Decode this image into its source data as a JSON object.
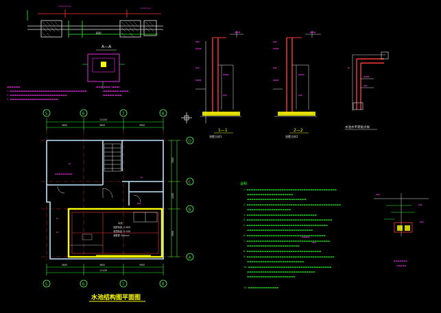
{
  "drawing": {
    "main_plan_title": "水池结构图平面图",
    "section_aa_label": "A—A",
    "section_11_label": "1—1",
    "section_22_label": "2—2",
    "corner_detail_label": "水池水平转角大样",
    "section_11_sub": "池壁大样1",
    "section_22_sub": "池壁大样2",
    "pool_note_1": "池底标高 -0.800",
    "pool_note_2": "池顶标高 -0.200",
    "pool_note_3": "池壁厚 200mm",
    "pool_note_4": "水池",
    "notes_heading": "说明：",
    "note_items": [
      "1.",
      "2.",
      "3.",
      "4.",
      "5.",
      "6.",
      "7.",
      "8.",
      "9.",
      "10.",
      "11."
    ],
    "col_labels_top": [
      "5",
      "6",
      "7",
      "8"
    ],
    "col_labels_bottom": [
      "5",
      "6",
      "7",
      "8"
    ],
    "row_labels": [
      "D",
      "C",
      "B",
      "A"
    ],
    "dim_top_total": "11100",
    "dim_bottom_total": "11100",
    "dim_bottom_segs": [
      "3600",
      "3600",
      "3900"
    ],
    "dim_top_segs": [
      "3600",
      "3600",
      "3900"
    ],
    "dim_right_segs": [
      "3300",
      "1200",
      "3900"
    ]
  },
  "colors": {
    "background": "#000000",
    "line_white": "#e8e8e8",
    "line_green": "#2bff2b",
    "line_yellow": "#ffff00",
    "line_red": "#ff3b3b",
    "line_magenta": "#ff33ff",
    "line_cyan": "#00e5ff",
    "axis_green": "#55ff55",
    "wall_fill": "#bfe7ff"
  }
}
